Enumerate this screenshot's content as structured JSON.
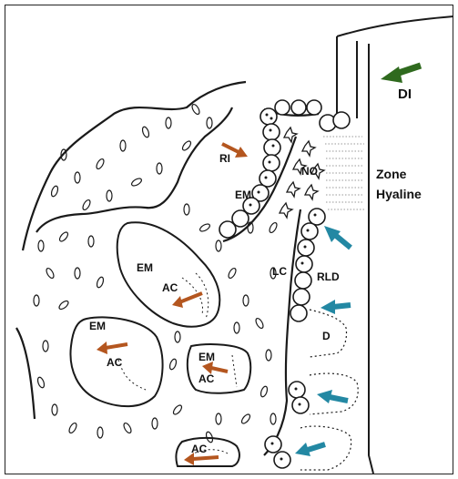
{
  "labels": {
    "di": "DI",
    "zone": "Zone",
    "hyaline": "Hyaline",
    "ri": "RI",
    "no": "NO",
    "em_top": "EM",
    "em_mid": "EM",
    "em_left": "EM",
    "em_small": "EM",
    "lc": "LC",
    "rld": "RLD",
    "d": "D",
    "ac_mid": "AC",
    "ac_left": "AC",
    "ac_small": "AC",
    "ac_bottom": "AC"
  },
  "colors": {
    "line": "#1a1a1a",
    "orange_arrow": "#b4561f",
    "blue_arrow": "#2388a3",
    "green_arrow": "#2f6a1e"
  }
}
